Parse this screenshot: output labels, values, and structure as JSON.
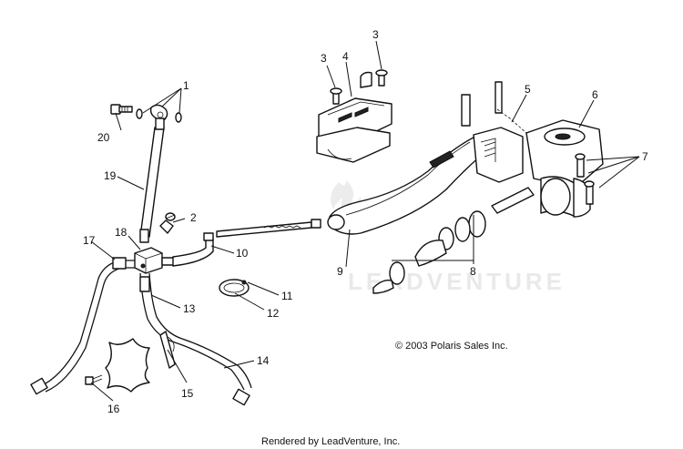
{
  "callouts": [
    {
      "id": "1",
      "text": "1"
    },
    {
      "id": "2",
      "text": "2"
    },
    {
      "id": "3a",
      "text": "3"
    },
    {
      "id": "3b",
      "text": "3"
    },
    {
      "id": "4",
      "text": "4"
    },
    {
      "id": "5",
      "text": "5"
    },
    {
      "id": "6",
      "text": "6"
    },
    {
      "id": "7",
      "text": "7"
    },
    {
      "id": "8",
      "text": "8"
    },
    {
      "id": "9",
      "text": "9"
    },
    {
      "id": "10",
      "text": "10"
    },
    {
      "id": "11",
      "text": "11"
    },
    {
      "id": "12",
      "text": "12"
    },
    {
      "id": "13",
      "text": "13"
    },
    {
      "id": "14",
      "text": "14"
    },
    {
      "id": "15",
      "text": "15"
    },
    {
      "id": "16",
      "text": "16"
    },
    {
      "id": "17",
      "text": "17"
    },
    {
      "id": "18",
      "text": "18"
    },
    {
      "id": "19",
      "text": "19"
    },
    {
      "id": "20",
      "text": "20"
    }
  ],
  "copyright": "© 2003 Polaris Sales Inc.",
  "footer": "Rendered by LeadVenture, Inc.",
  "watermark": "LEADVENTURE"
}
